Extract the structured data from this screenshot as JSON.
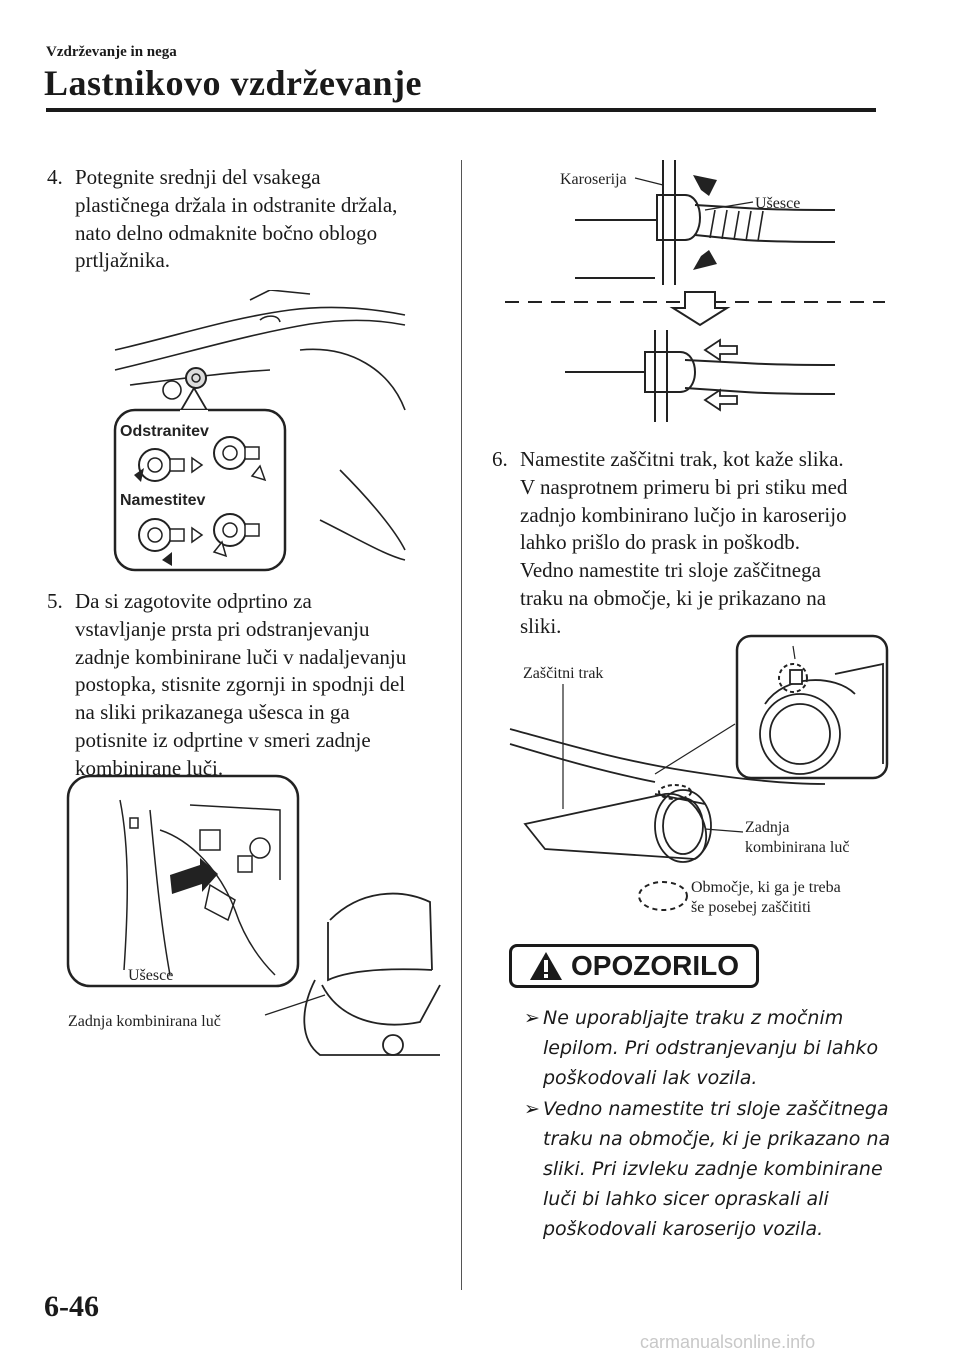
{
  "header": {
    "section": "Vzdrževanje in nega",
    "title": "Lastnikovo vzdrževanje"
  },
  "steps": [
    {
      "number": "4.",
      "lines": [
        "Potegnite srednji del vsakega",
        "plastičnega držala in odstranite držala,",
        "nato delno odmaknite bočno oblogo",
        "prtljažnika."
      ]
    },
    {
      "number": "5.",
      "lines": [
        "Da si zagotovite odprtino za",
        "vstavljanje prsta pri odstranjevanju",
        "zadnje kombinirane luči v nadaljevanju",
        "postopka, stisnite zgornji in spodnji del",
        "na sliki prikazanega ušesca in ga",
        "potisnite iz odprtine v smeri zadnje",
        "kombinirane luči."
      ]
    },
    {
      "number": "6.",
      "lines": [
        "Namestite zaščitni trak, kot kaže slika.",
        "V nasprotnem primeru bi pri stiku med",
        "zadnjo kombinirano lučjo in karoserijo",
        "lahko prišlo do prask in poškodb.",
        "Vedno namestite tri sloje zaščitnega",
        "traku na območje, ki je prikazano na",
        "sliki."
      ]
    }
  ],
  "figures": {
    "clips": {
      "remove_label": "Odstranitev",
      "install_label": "Namestitev"
    },
    "trunk": {
      "tab_label": "Ušesce",
      "lamp_label": "Zadnja kombinirana luč"
    },
    "tab_detail": {
      "body_label": "Karoserija",
      "tab_label": "Ušesce"
    },
    "tape": {
      "tape_label": "Zaščitni trak",
      "lamp_label_lines": [
        "Zadnja",
        "kombinirana luč"
      ],
      "area_label_lines": [
        "Območje, ki ga je treba",
        "še posebej zaščititi"
      ]
    }
  },
  "warning": {
    "title": "OPOZORILO",
    "bullets": [
      {
        "lines": [
          "Ne uporabljajte traku z močnim",
          "lepilom. Pri odstranjevanju bi lahko",
          "poškodovali lak vozila."
        ]
      },
      {
        "lines": [
          "Vedno namestite tri sloje zaščitnega",
          "traku na območje, ki je prikazano na",
          "sliki. Pri izvleku zadnje kombinirane",
          "luči bi lahko sicer opraskali ali",
          "poškodovali karoserijo vozila."
        ]
      }
    ]
  },
  "footer": {
    "page_number": "6-46",
    "watermark": "carmanualsonline.info"
  }
}
